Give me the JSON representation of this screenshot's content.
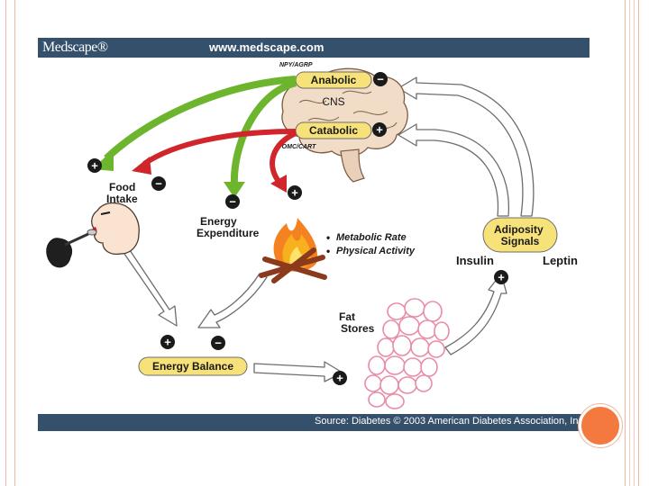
{
  "header": {
    "brand": "Medscape®",
    "url": "www.medscape.com"
  },
  "footer": {
    "source": "Source: Diabetes © 2003 American Diabetes Association, Inc."
  },
  "diagram": {
    "npy_label": "NPY/AGRP",
    "anabolic": "Anabolic",
    "cns": "CNS",
    "catabolic": "Catabolic",
    "pomc_label": "POMC/CART",
    "food_intake": [
      "Food",
      "Intake"
    ],
    "energy_expenditure": [
      "Energy",
      "Expenditure"
    ],
    "metabolic_rate": "Metabolic Rate",
    "physical_activity": "Physical Activity",
    "adiposity_signals": [
      "Adiposity",
      "Signals"
    ],
    "insulin": "Insulin",
    "leptin": "Leptin",
    "fat_stores": [
      "Fat",
      "Stores"
    ],
    "energy_balance": "Energy Balance",
    "plus": "+",
    "minus": "−",
    "bullet": "•"
  },
  "colors": {
    "bar": "#34506b",
    "accent": "#f4793e",
    "green_arrow": "#6cb52d",
    "red_arrow": "#d0252b",
    "pill_fill": "#f7e27a",
    "fat_cell": "#e98ca6"
  }
}
